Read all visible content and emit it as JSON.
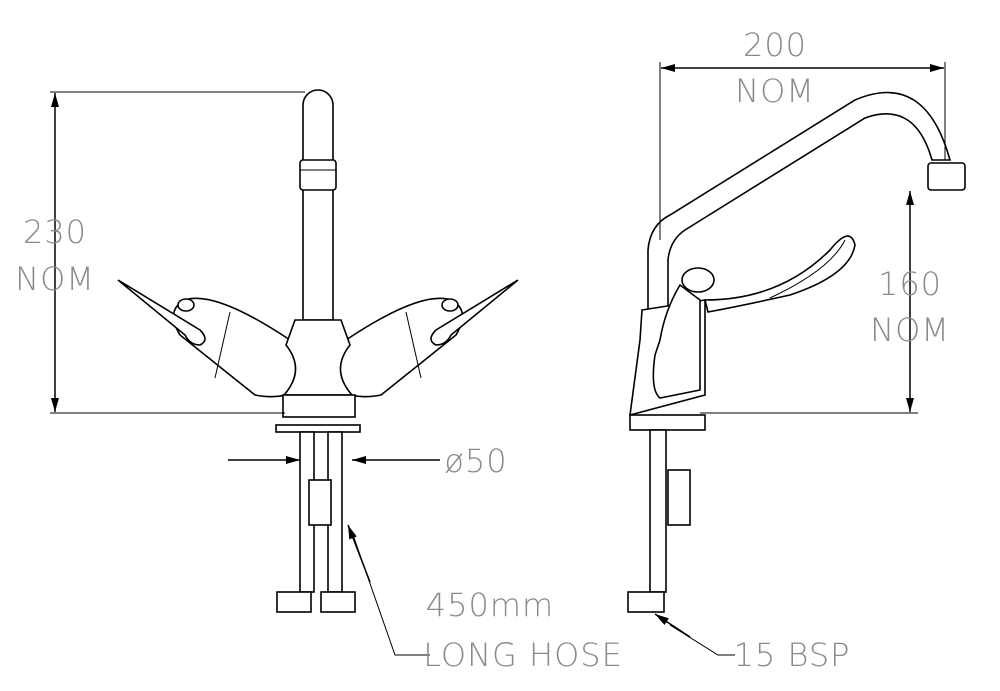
{
  "front_view": {
    "height_value": "230",
    "height_note": "NOM",
    "diameter_label": "ø50",
    "hose_length": "450mm",
    "hose_note": "LONG HOSE"
  },
  "side_view": {
    "reach_value": "200",
    "reach_note": "NOM",
    "spout_height_value": "160",
    "spout_height_note": "NOM",
    "connection_label": "15 BSP"
  }
}
